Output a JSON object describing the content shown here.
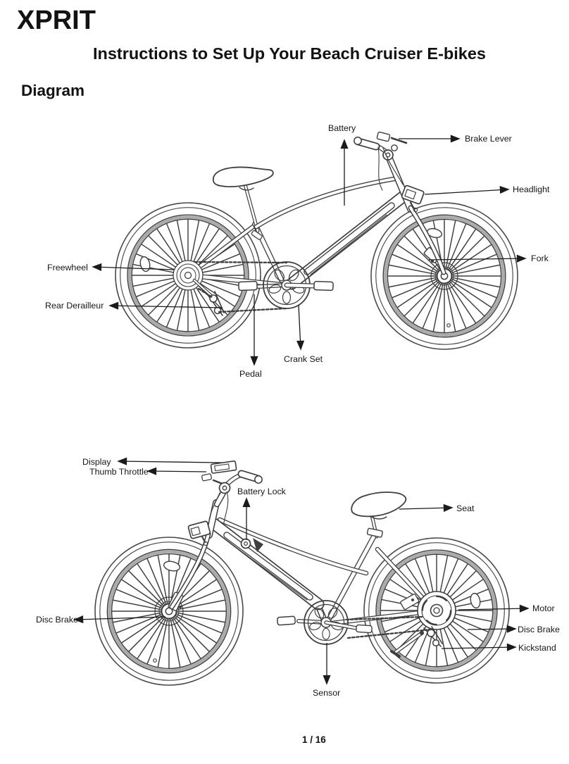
{
  "page": {
    "logo_text": "XPRIT",
    "title": "Instructions to Set Up Your Beach Cruiser E-bikes",
    "section_heading": "Diagram",
    "page_indicator": "1 / 16"
  },
  "colors": {
    "ink": "#111111",
    "line_art": "#3e3e3e",
    "rim_gray": "#ababab",
    "background": "#ffffff"
  },
  "diagram_top": {
    "labels": {
      "battery": "Battery",
      "brake_lever": "Brake Lever",
      "headlight": "Headlight",
      "fork": "Fork",
      "freewheel": "Freewheel",
      "rear_derailleur": "Rear Derailleur",
      "crank_set": "Crank Set",
      "pedal": "Pedal"
    }
  },
  "diagram_bottom": {
    "labels": {
      "display": "Display",
      "thumb_throttle": "Thumb Throttle",
      "battery_lock": "Battery Lock",
      "seat": "Seat",
      "disc_brake_left": "Disc Brake",
      "motor": "Motor",
      "disc_brake_right": "Disc Brake",
      "kickstand": "Kickstand",
      "sensor": "Sensor"
    }
  }
}
